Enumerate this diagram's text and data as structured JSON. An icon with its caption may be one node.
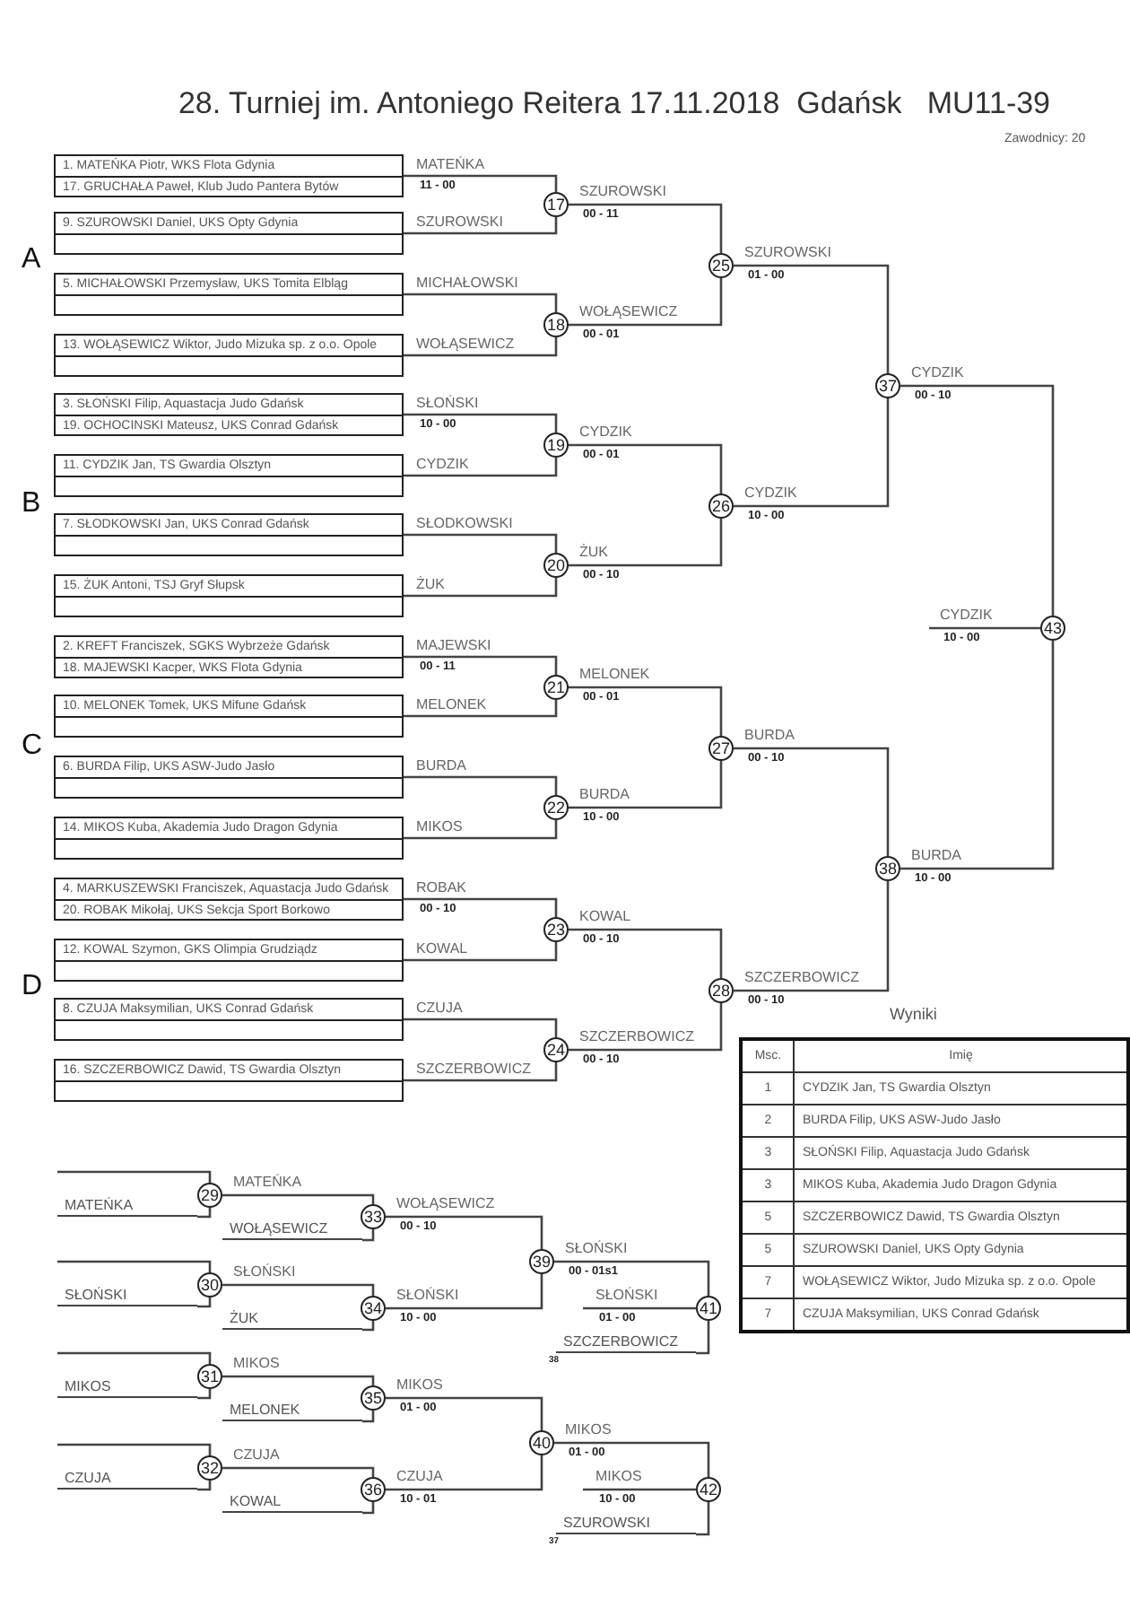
{
  "diagram": {
    "title": "28. Turniej im. Antoniego Reitera 17.11.2018  Gdańsk   MU11-39",
    "nodes": [
      {
        "text": [
          "1. MATEŃKA Piotr, WKS Flota Gdynia",
          "17. GRUCHAŁA Paweł, Klub Judo Pantera Bytów"
        ],
        "beside": [
          "MATEŃKA",
          "11 - 00"
        ]
      },
      {
        "text": [
          "9. SZUROWSKI Daniel, UKS Opty Gdynia"
        ],
        "beside": [
          "SZUROWSKI"
        ]
      },
      {
        "text": [
          "5. MICHAŁOWSKI Przemysław, UKS Tomita Elbląg"
        ],
        "beside": [
          "MICHAŁOWSKI"
        ]
      },
      {
        "text": [
          "13. WOŁĄSEWICZ Wiktor, Judo Mizuka sp. z o.o. Opole"
        ],
        "beside": [
          "WOŁĄSEWICZ"
        ]
      },
      {
        "text": [
          "3. SŁOŃSKI Filip, Aquastacja Judo Gdańsk",
          "19. OCHOCINSKI Mateusz, UKS Conrad Gdańsk"
        ],
        "beside": [
          "SŁOŃSKI",
          "10 - 00"
        ]
      },
      {
        "text": [
          "11. CYDZIK Jan, TS Gwardia Olsztyn"
        ],
        "beside": [
          "CYDZIK"
        ]
      },
      {
        "text": [
          "7. SŁODKOWSKI Jan, UKS Conrad Gdańsk"
        ],
        "beside": [
          "SŁODKOWSKI"
        ]
      },
      {
        "text": [
          "15. ŻUK Antoni, TSJ Gryf Słupsk"
        ],
        "beside": [
          "ŻUK"
        ]
      },
      {
        "text": [
          "2. KREFT Franciszek, SGKS Wybrzeże Gdańsk",
          "18. MAJEWSKI Kacper, WKS Flota Gdynia"
        ],
        "beside": [
          "MAJEWSKI",
          "00 - 11"
        ]
      },
      {
        "text": [
          "10. MELONEK Tomek, UKS Mifune Gdańsk"
        ],
        "beside": [
          "MELONEK"
        ]
      },
      {
        "text": [
          "6. BURDA Filip, UKS ASW-Judo Jasło"
        ],
        "beside": [
          "BURDA"
        ]
      },
      {
        "text": [
          "14. MIKOS Kuba, Akademia Judo Dragon Gdynia"
        ],
        "beside": [
          "MIKOS"
        ]
      },
      {
        "text": [
          "4. MARKUSZEWSKI Franciszek, Aquastacja Judo Gdańsk",
          "20. ROBAK Mikołaj, UKS Sekcja Sport Borkowo"
        ],
        "beside": [
          "ROBAK",
          "00 - 10"
        ]
      },
      {
        "text": [
          "12. KOWAL Szymon, GKS Olimpia Grudziądz"
        ],
        "beside": [
          "KOWAL"
        ]
      },
      {
        "text": [
          "8. CZUJA Maksymilian, UKS Conrad Gdańsk"
        ],
        "beside": [
          "CZUJA"
        ]
      },
      {
        "text": [
          "16. SZCZERBOWICZ Dawid, TS Gwardia Olsztyn"
        ],
        "beside": [
          "SZCZERBOWICZ"
        ]
      },
      {
        "text": [
          "17"
        ],
        "beside": [
          "SZUROWSKI",
          "00 - 11"
        ]
      },
      {
        "text": [
          "18"
        ],
        "beside": [
          "WOŁĄSEWICZ",
          "00 - 01"
        ]
      },
      {
        "text": [
          "19"
        ],
        "beside": [
          "CYDZIK",
          "00 - 01"
        ]
      },
      {
        "text": [
          "20"
        ],
        "beside": [
          "ŻUK",
          "00 - 10"
        ]
      },
      {
        "text": [
          "21"
        ],
        "beside": [
          "MELONEK",
          "00 - 01"
        ]
      },
      {
        "text": [
          "22"
        ],
        "beside": [
          "BURDA",
          "10 - 00"
        ]
      },
      {
        "text": [
          "23"
        ],
        "beside": [
          "KOWAL",
          "00 - 10"
        ]
      },
      {
        "text": [
          "24"
        ],
        "beside": [
          "SZCZERBOWICZ",
          "00 - 10"
        ]
      },
      {
        "text": [
          "25"
        ],
        "beside": [
          "SZUROWSKI",
          "01 - 00"
        ]
      },
      {
        "text": [
          "26"
        ],
        "beside": [
          "CYDZIK",
          "10 - 00"
        ]
      },
      {
        "text": [
          "27"
        ],
        "beside": [
          "BURDA",
          "00 - 10"
        ]
      },
      {
        "text": [
          "28"
        ],
        "beside": [
          "SZCZERBOWICZ",
          "00 - 10"
        ]
      },
      {
        "text": [
          "37"
        ],
        "beside": [
          "CYDZIK",
          "00 - 10"
        ]
      },
      {
        "text": [
          "38"
        ],
        "beside": [
          "BURDA",
          "10 - 00"
        ]
      },
      {
        "text": [
          "43"
        ],
        "beside": [
          "CYDZIK",
          "10 - 00"
        ]
      },
      {
        "text": [
          "MATEŃKA"
        ]
      },
      {
        "text": [
          "SŁOŃSKI"
        ]
      },
      {
        "text": [
          "MIKOS"
        ]
      },
      {
        "text": [
          "CZUJA"
        ]
      },
      {
        "text": [
          "29"
        ],
        "beside": [
          "MATEŃKA"
        ]
      },
      {
        "text": [
          "30"
        ],
        "beside": [
          "SŁOŃSKI"
        ]
      },
      {
        "text": [
          "31"
        ],
        "beside": [
          "MIKOS"
        ]
      },
      {
        "text": [
          "32"
        ],
        "beside": [
          "CZUJA"
        ]
      },
      {
        "text": [
          "WOŁĄSEWICZ"
        ]
      },
      {
        "text": [
          "ŻUK"
        ]
      },
      {
        "text": [
          "MELONEK"
        ]
      },
      {
        "text": [
          "KOWAL"
        ]
      },
      {
        "text": [
          "33"
        ],
        "beside": [
          "WOŁĄSEWICZ",
          "00 - 10"
        ]
      },
      {
        "text": [
          "34"
        ],
        "beside": [
          "SŁOŃSKI",
          "10 - 00"
        ]
      },
      {
        "text": [
          "35"
        ],
        "beside": [
          "MIKOS",
          "01 - 00"
        ]
      },
      {
        "text": [
          "36"
        ],
        "beside": [
          "CZUJA",
          "10 - 01"
        ]
      },
      {
        "text": [
          "39"
        ],
        "beside": [
          "SŁOŃSKI",
          "00 - 01s1"
        ]
      },
      {
        "text": [
          "40"
        ],
        "beside": [
          "MIKOS",
          "01 - 00"
        ]
      },
      {
        "text": [
          "SZCZERBOWICZ"
        ],
        "beside": [
          "38"
        ]
      },
      {
        "text": [
          "SZUROWSKI"
        ],
        "beside": [
          "37"
        ]
      },
      {
        "text": [
          "41"
        ],
        "beside": [
          "SŁOŃSKI",
          "01 - 00"
        ]
      },
      {
        "text": [
          "42"
        ],
        "beside": [
          "MIKOS",
          "10 - 00"
        ]
      }
    ],
    "edges": [
      {
        "from": 0,
        "to": 16,
        "arrow": "none"
      },
      {
        "from": 1,
        "to": 16,
        "arrow": "none"
      },
      {
        "from": 2,
        "to": 17,
        "arrow": "none"
      },
      {
        "from": 3,
        "to": 17,
        "arrow": "none"
      },
      {
        "from": 4,
        "to": 18,
        "arrow": "none"
      },
      {
        "from": 5,
        "to": 18,
        "arrow": "none"
      },
      {
        "from": 6,
        "to": 19,
        "arrow": "none"
      },
      {
        "from": 7,
        "to": 19,
        "arrow": "none"
      },
      {
        "from": 8,
        "to": 20,
        "arrow": "none"
      },
      {
        "from": 9,
        "to": 20,
        "arrow": "none"
      },
      {
        "from": 10,
        "to": 21,
        "arrow": "none"
      },
      {
        "from": 11,
        "to": 21,
        "arrow": "none"
      },
      {
        "from": 12,
        "to": 22,
        "arrow": "none"
      },
      {
        "from": 13,
        "to": 22,
        "arrow": "none"
      },
      {
        "from": 14,
        "to": 23,
        "arrow": "none"
      },
      {
        "from": 15,
        "to": 23,
        "arrow": "none"
      },
      {
        "from": 16,
        "to": 24,
        "arrow": "none"
      },
      {
        "from": 17,
        "to": 24,
        "arrow": "none"
      },
      {
        "from": 18,
        "to": 25,
        "arrow": "none"
      },
      {
        "from": 19,
        "to": 25,
        "arrow": "none"
      },
      {
        "from": 20,
        "to": 26,
        "arrow": "none"
      },
      {
        "from": 21,
        "to": 26,
        "arrow": "none"
      },
      {
        "from": 22,
        "to": 27,
        "arrow": "none"
      },
      {
        "from": 23,
        "to": 27,
        "arrow": "none"
      },
      {
        "from": 24,
        "to": 28,
        "arrow": "none"
      },
      {
        "from": 25,
        "to": 28,
        "arrow": "none"
      },
      {
        "from": 26,
        "to": 29,
        "arrow": "none"
      },
      {
        "from": 27,
        "to": 29,
        "arrow": "none"
      },
      {
        "from": 28,
        "to": 30,
        "arrow": "none"
      },
      {
        "from": 29,
        "to": 30,
        "arrow": "none"
      },
      {
        "from": 30,
        "to": null,
        "arrow": "none"
      },
      {
        "from": null,
        "to": 35,
        "arrow": "none"
      },
      {
        "from": 31,
        "to": 35,
        "arrow": "none"
      },
      {
        "from": null,
        "to": 36,
        "arrow": "none"
      },
      {
        "from": 32,
        "to": 36,
        "arrow": "none"
      },
      {
        "from": null,
        "to": 37,
        "arrow": "none"
      },
      {
        "from": 33,
        "to": 37,
        "arrow": "none"
      },
      {
        "from": null,
        "to": 38,
        "arrow": "none"
      },
      {
        "from": 34,
        "to": 38,
        "arrow": "none"
      },
      {
        "from": 35,
        "to": 43,
        "arrow": "none"
      },
      {
        "from": 39,
        "to": 43,
        "arrow": "none"
      },
      {
        "from": 36,
        "to": 44,
        "arrow": "none"
      },
      {
        "from": 40,
        "to": 44,
        "arrow": "none"
      },
      {
        "from": 37,
        "to": 45,
        "arrow": "none"
      },
      {
        "from": 41,
        "to": 45,
        "arrow": "none"
      },
      {
        "from": 38,
        "to": 46,
        "arrow": "none"
      },
      {
        "from": 42,
        "to": 46,
        "arrow": "none"
      },
      {
        "from": 43,
        "to": 47,
        "arrow": "none"
      },
      {
        "from": 44,
        "to": 47,
        "arrow": "none"
      },
      {
        "from": 45,
        "to": 48,
        "arrow": "none"
      },
      {
        "from": 46,
        "to": 48,
        "arrow": "none"
      },
      {
        "from": 47,
        "to": 51,
        "arrow": "none"
      },
      {
        "from": 49,
        "to": 51,
        "arrow": "none"
      },
      {
        "from": 51,
        "to": null,
        "arrow": "none"
      },
      {
        "from": 48,
        "to": 52,
        "arrow": "none"
      },
      {
        "from": 50,
        "to": 52,
        "arrow": "none"
      },
      {
        "from": 52,
        "to": null,
        "arrow": "none"
      }
    ],
    "labels": [
      "Zawodnicy: 20",
      "A",
      "B",
      "C",
      "D",
      "Wyniki",
      "Msc.",
      "Imię",
      "1",
      "CYDZIK Jan, TS Gwardia Olsztyn",
      "2",
      "BURDA Filip, UKS ASW-Judo Jasło",
      "3",
      "SŁOŃSKI Filip, Aquastacja Judo Gdańsk",
      "3",
      "MIKOS Kuba, Akademia Judo Dragon Gdynia",
      "5",
      "SZCZERBOWICZ Dawid, TS Gwardia Olsztyn",
      "5",
      "SZUROWSKI Daniel, UKS Opty Gdynia",
      "7",
      "WOŁĄSEWICZ Wiktor, Judo Mizuka sp. z o.o. Opole",
      "7",
      "CZUJA Maksymilian, UKS Conrad Gdańsk"
    ]
  }
}
